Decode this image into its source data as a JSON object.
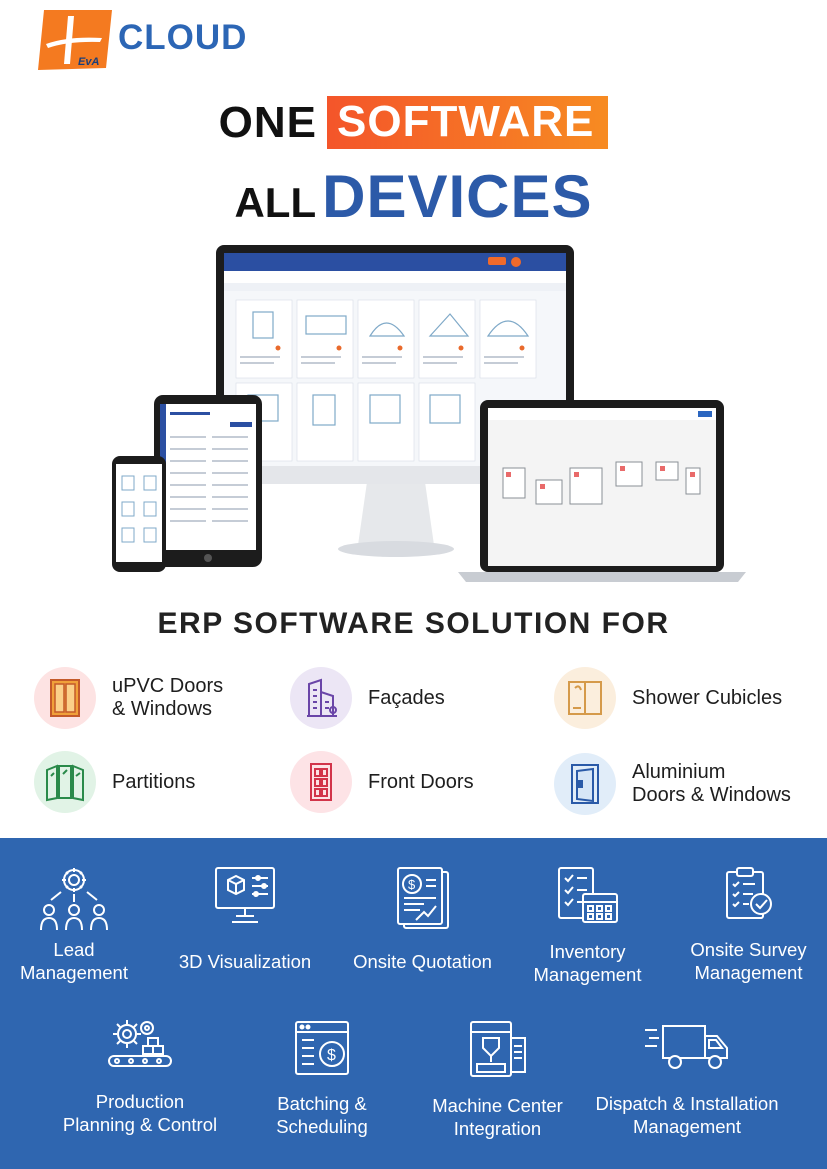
{
  "brand": {
    "name": "CLOUD",
    "sub": "EvA",
    "orange": "#f47a20",
    "blue": "#2c66b5"
  },
  "headline": {
    "line1_a": "ONE",
    "line1_b": "SOFTWARE",
    "line2_a": "ALL",
    "line2_b": "DEVICES"
  },
  "section_title": "ERP SOFTWARE SOLUTION FOR",
  "solutions": [
    {
      "label": "uPVC Doors\n& Windows",
      "icon": "upvc-door-icon",
      "bg": "#fde3e3"
    },
    {
      "label": "Façades",
      "icon": "facade-building-icon",
      "bg": "#ece6f5"
    },
    {
      "label": "Shower Cubicles",
      "icon": "shower-cubicle-icon",
      "bg": "#fbeedd"
    },
    {
      "label": "Partitions",
      "icon": "partition-icon",
      "bg": "#e1f3e6"
    },
    {
      "label": "Front Doors",
      "icon": "front-door-icon",
      "bg": "#fde3e6"
    },
    {
      "label": "Aluminium\nDoors & Windows",
      "icon": "aluminium-door-icon",
      "bg": "#e1edf9"
    }
  ],
  "features": [
    {
      "label": "Lead\nManagement",
      "icon": "lead-management-icon"
    },
    {
      "label": "3D Visualization",
      "icon": "3d-visualization-icon"
    },
    {
      "label": "Onsite Quotation",
      "icon": "onsite-quotation-icon"
    },
    {
      "label": "Inventory\nManagement",
      "icon": "inventory-management-icon"
    },
    {
      "label": "Onsite Survey\nManagement",
      "icon": "onsite-survey-icon"
    },
    {
      "label": "Production\nPlanning & Control",
      "icon": "production-planning-icon"
    },
    {
      "label": "Batching &\nScheduling",
      "icon": "batching-scheduling-icon"
    },
    {
      "label": "Machine Center\nIntegration",
      "icon": "machine-center-icon"
    },
    {
      "label": "Dispatch & Installation\nManagement",
      "icon": "dispatch-truck-icon"
    }
  ]
}
